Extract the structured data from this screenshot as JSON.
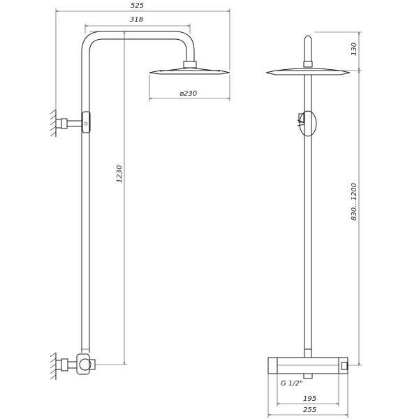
{
  "dimensions": {
    "total_width": "525",
    "arm_length": "318",
    "head_diameter": "⌀230",
    "rail_height": "1230",
    "head_height": "130",
    "adjustable_height": "830...1200",
    "inlet_thread": "G 1/2\"",
    "inlet_spacing": "195",
    "mixer_width": "255"
  }
}
